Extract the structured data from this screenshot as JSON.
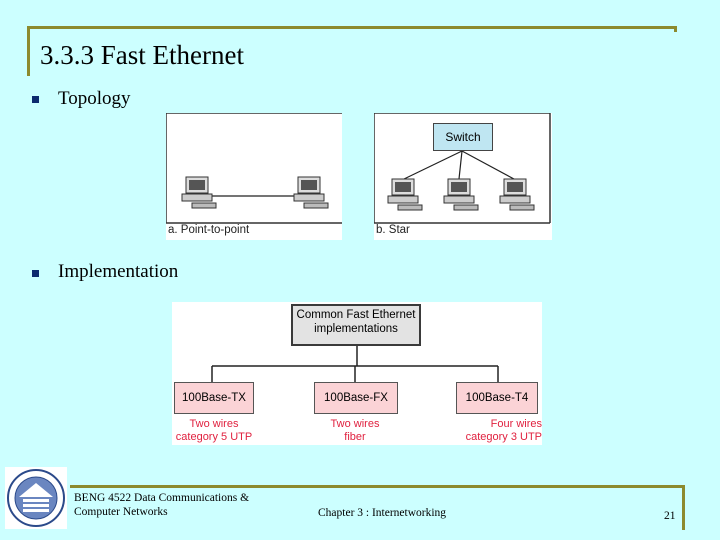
{
  "slide": {
    "title": "3.3.3 Fast Ethernet",
    "bullets": [
      "Topology",
      "Implementation"
    ]
  },
  "topology_figure": {
    "caption_a": "a. Point-to-point",
    "caption_b": "b. Star",
    "switch_label": "Switch"
  },
  "implementation_figure": {
    "root_label_line1": "Common Fast Ethernet",
    "root_label_line2": "implementations",
    "variants": [
      {
        "name": "100Base-TX",
        "note_line1": "Two wires",
        "note_line2": "category 5 UTP"
      },
      {
        "name": "100Base-FX",
        "note_line1": "Two wires",
        "note_line2": "fiber"
      },
      {
        "name": "100Base-T4",
        "note_line1": "Four wires",
        "note_line2": "category 3 UTP"
      }
    ]
  },
  "footer": {
    "course_line1": "BENG 4522 Data Communications &",
    "course_line2": "Computer Networks",
    "chapter": "Chapter 3 : Internetworking",
    "page_number": "21"
  },
  "colors": {
    "background": "#ccffff",
    "accent_line": "#8c8a2e",
    "bullet": "#0b2a6e",
    "variant_fill": "#fbd3d6",
    "variant_note": "#e0213f",
    "switch_fill": "#bfe6f2"
  }
}
